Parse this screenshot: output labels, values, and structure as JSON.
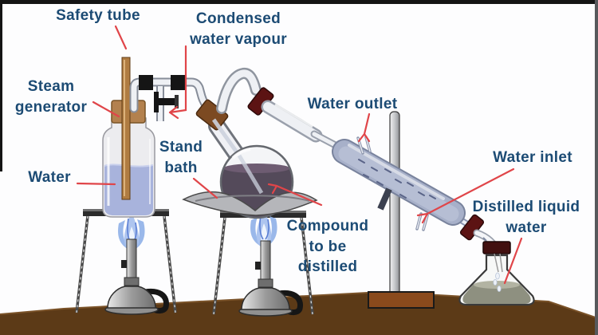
{
  "labels": {
    "safety_tube": "Safety tube",
    "condensed_water_vapour": "Condensed water vapour",
    "steam_generator": "Steam generator",
    "water": "Water",
    "stand_bath": "Stand bath",
    "water_outlet": "Water outlet",
    "water_inlet": "Water inlet",
    "distilled_liquid_water": "Distilled liquid water",
    "compound_to_be_distilled": "Compound to be distilled"
  },
  "colors": {
    "label_text": "#1c4b74",
    "leader_line": "#e04549",
    "table": "#5c3a17",
    "water_fill": "#a8b3dc",
    "compound_liquid": "#544a5a",
    "distilled_liquid": "#8e9080",
    "condenser_glass": "#a7b0c9",
    "cork": "#b3814e",
    "neck_cork": "#7c4a22",
    "rubber_stopper": "#5c1313",
    "flame": "#8fb0e8",
    "metal": "#bbbbbb"
  }
}
